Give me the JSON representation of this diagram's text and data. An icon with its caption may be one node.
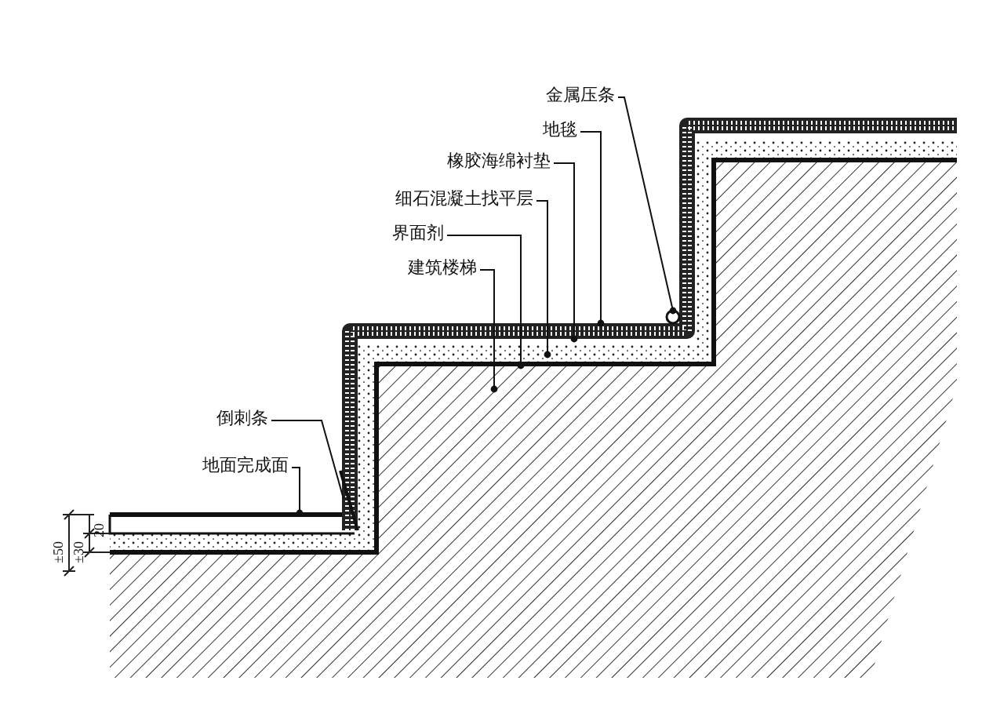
{
  "diagram": {
    "nodes": [
      {
        "text": [
          "金属压条"
        ]
      },
      {
        "text": [
          "地毯"
        ]
      },
      {
        "text": [
          "橡胶海绵衬垫"
        ]
      },
      {
        "text": [
          "细石混凝土找平层"
        ]
      },
      {
        "text": [
          "界面剂"
        ]
      },
      {
        "text": [
          "建筑楼梯"
        ]
      },
      {
        "text": [
          "倒刺条"
        ]
      },
      {
        "text": [
          "地面完成面"
        ]
      }
    ],
    "edges": [
      {
        "from": 0,
        "to": null,
        "arrow": "other"
      },
      {
        "from": 1,
        "to": null,
        "arrow": "other"
      },
      {
        "from": 2,
        "to": null,
        "arrow": "other"
      },
      {
        "from": 3,
        "to": null,
        "arrow": "other"
      },
      {
        "from": 4,
        "to": null,
        "arrow": "other"
      },
      {
        "from": 5,
        "to": null,
        "arrow": "other"
      },
      {
        "from": 6,
        "to": null,
        "arrow": "none"
      },
      {
        "from": 7,
        "to": null,
        "arrow": "other"
      }
    ],
    "labels": [
      "±50",
      "±30",
      "20"
    ]
  }
}
